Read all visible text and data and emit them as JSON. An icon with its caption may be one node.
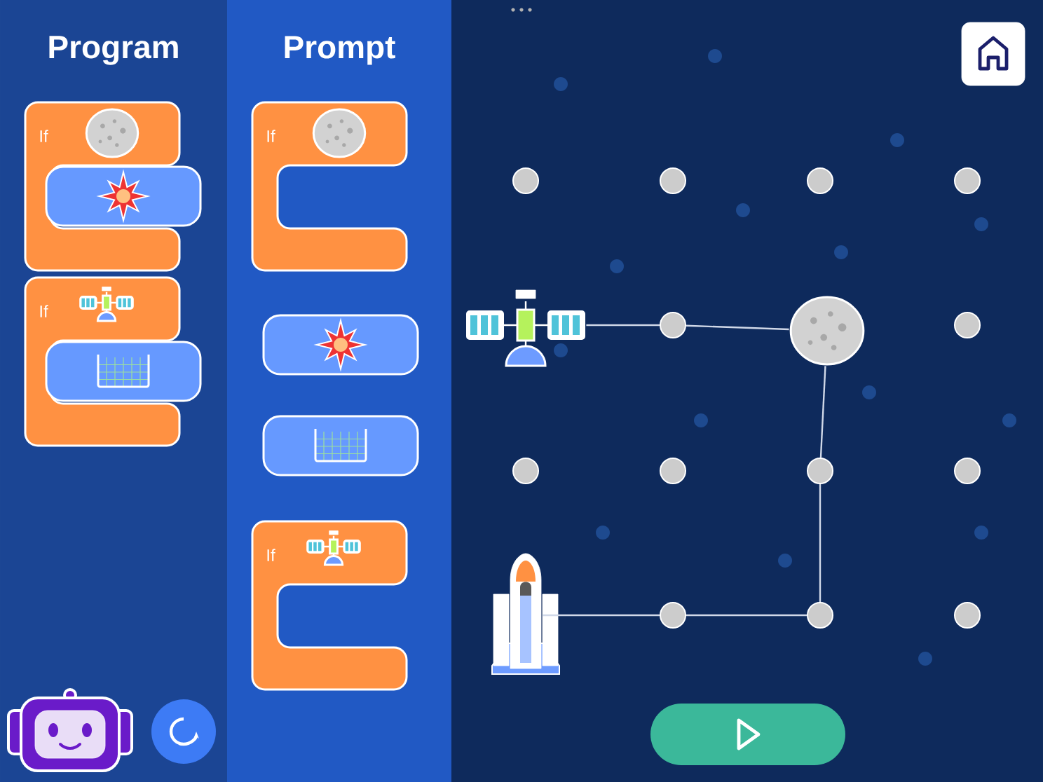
{
  "diagram": {
    "nodes": [
      {
        "text": [
          "Program"
        ]
      },
      {
        "text": [
          "If"
        ],
        "in": 0
      },
      {
        "text": [],
        "shape": "box",
        "in": 1
      },
      {
        "text": [
          "If"
        ],
        "in": 0
      },
      {
        "text": [],
        "shape": "box",
        "in": 3
      },
      {
        "text": [
          "Prompt"
        ]
      },
      {
        "text": [
          "If"
        ],
        "in": 5
      },
      {
        "text": [],
        "shape": "box",
        "in": 5
      },
      {
        "text": [],
        "shape": "box",
        "in": 5
      },
      {
        "text": [
          "If"
        ],
        "in": 5
      },
      {
        "text": [],
        "shape": "circle"
      },
      {
        "text": [],
        "shape": "circle"
      },
      {
        "text": [],
        "shape": "circle"
      },
      {
        "text": [],
        "shape": "circle"
      },
      {
        "text": [],
        "shape": "picture"
      },
      {
        "text": [],
        "shape": "circle"
      },
      {
        "text": [],
        "shape": "picture"
      },
      {
        "text": [],
        "shape": "circle"
      },
      {
        "text": [],
        "shape": "circle"
      },
      {
        "text": [],
        "shape": "circle"
      },
      {
        "text": [],
        "shape": "circle"
      },
      {
        "text": [],
        "shape": "circle"
      },
      {
        "text": [],
        "shape": "picture"
      },
      {
        "text": [],
        "shape": "circle"
      },
      {
        "text": [],
        "shape": "circle"
      },
      {
        "text": [],
        "shape": "circle"
      }
    ],
    "edges": [
      {
        "from": 22,
        "to": 23,
        "arrow": "none"
      },
      {
        "from": 23,
        "to": 24,
        "arrow": "none"
      },
      {
        "from": 24,
        "to": 20,
        "arrow": "none"
      },
      {
        "from": 20,
        "to": 16,
        "arrow": "none"
      },
      {
        "from": 16,
        "to": 15,
        "arrow": "none"
      },
      {
        "from": 15,
        "to": 14,
        "arrow": "none"
      }
    ]
  }
}
